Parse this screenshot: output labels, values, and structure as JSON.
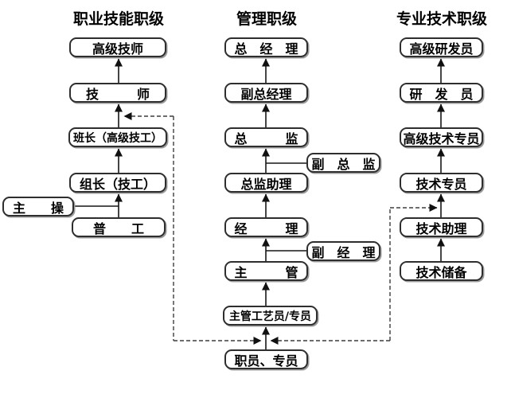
{
  "diagram": {
    "title_note": "",
    "colors": {
      "line": "#161616",
      "dashed_line": "#3d3d3d",
      "box_border": "#2e2e2e",
      "box_background": "#ffffff",
      "text": "#000000"
    },
    "columns": [
      {
        "header": "职业技能职级",
        "boxes": [
          {
            "label": "高级技师"
          },
          {
            "label": "技　　　师"
          },
          {
            "label": "班长（高级技工）"
          },
          {
            "label": "组长（技工）"
          },
          {
            "label": "普　　工"
          }
        ],
        "side_box": {
          "label": "主　　操"
        }
      },
      {
        "header": "管理职级",
        "boxes": [
          {
            "label": "总　经　理"
          },
          {
            "label": "副总经理"
          },
          {
            "label": "总　　　监"
          },
          {
            "label": "总监助理"
          },
          {
            "label": "经　　　理"
          },
          {
            "label": "主　　　管"
          },
          {
            "label": "主管工艺员/专员"
          },
          {
            "label": "职员、专员"
          }
        ],
        "side_boxes": [
          {
            "label": "副　总　监"
          },
          {
            "label": "副　经　理"
          }
        ]
      },
      {
        "header": "专业技术职级",
        "boxes": [
          {
            "label": "高级研发员"
          },
          {
            "label": "研　发　员"
          },
          {
            "label": "高级技术专员"
          },
          {
            "label": "技术专员"
          },
          {
            "label": "技术助理"
          },
          {
            "label": "技术储备"
          }
        ]
      }
    ]
  }
}
